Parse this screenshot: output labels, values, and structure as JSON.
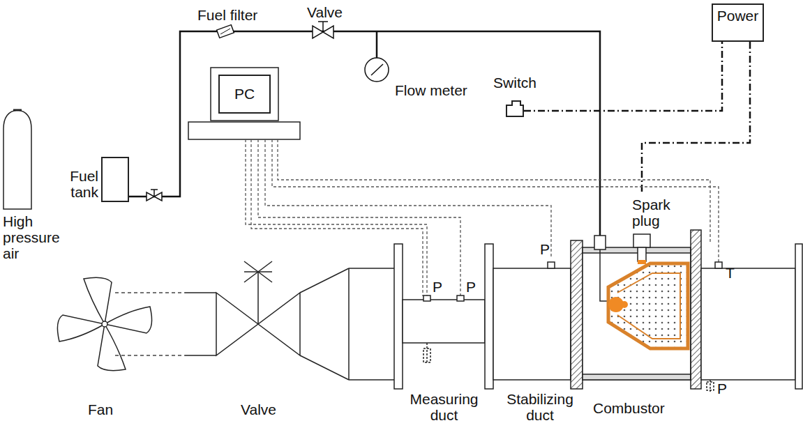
{
  "diagram": {
    "nodes": [
      {
        "text": [
          "PC"
        ]
      },
      {
        "text": [
          "Fuel tank"
        ]
      },
      {
        "text": [
          "Switch"
        ]
      },
      {
        "text": [
          "Power"
        ]
      }
    ],
    "edges": [
      {
        "from": 2,
        "to": 3,
        "arrow": "none"
      }
    ],
    "labels": [
      "Fuel filter",
      "Valve",
      "Flow meter",
      "High pressure air",
      "Spark plug",
      "P",
      "P",
      "P",
      "T",
      "P",
      "Fan",
      "Valve",
      "Measuring duct",
      "Stabilizing duct",
      "Combustor"
    ]
  }
}
